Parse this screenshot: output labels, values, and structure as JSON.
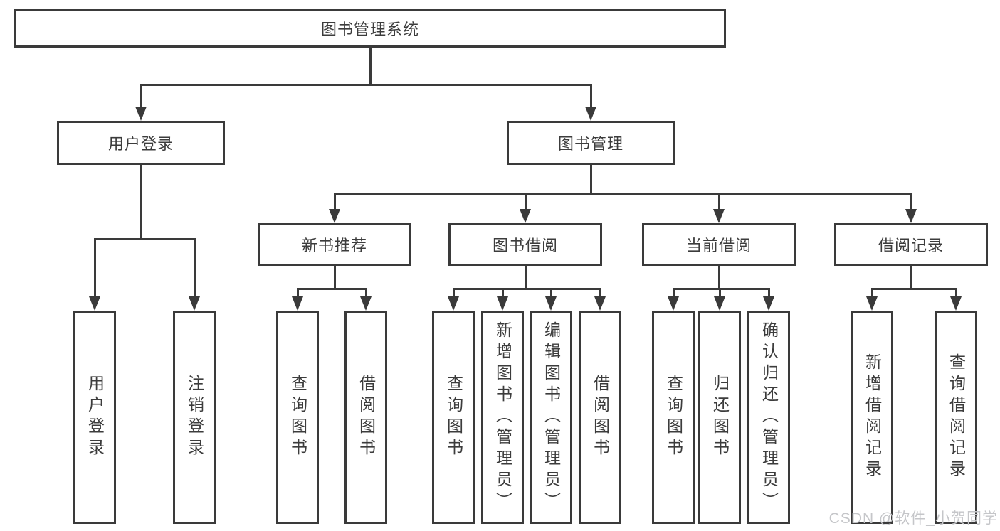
{
  "diagram": {
    "type": "hierarchy-tree",
    "root": {
      "label": "图书管理系统"
    },
    "level2": {
      "user_login": {
        "label": "用户登录"
      },
      "book_mgmt": {
        "label": "图书管理"
      }
    },
    "level3": {
      "new_book_rec": {
        "label": "新书推荐",
        "parent": "图书管理"
      },
      "book_borrow": {
        "label": "图书借阅",
        "parent": "图书管理"
      },
      "current_borrow": {
        "label": "当前借阅",
        "parent": "图书管理"
      },
      "borrow_records": {
        "label": "借阅记录",
        "parent": "图书管理"
      }
    },
    "leaves": {
      "ul_login": {
        "label": "用户登录",
        "parent": "用户登录"
      },
      "ul_logout": {
        "label": "注销登录",
        "parent": "用户登录"
      },
      "nbr_query": {
        "label": "查询图书",
        "parent": "新书推荐"
      },
      "nbr_borrow": {
        "label": "借阅图书",
        "parent": "新书推荐"
      },
      "bb_query": {
        "label": "查询图书",
        "parent": "图书借阅"
      },
      "bb_add": {
        "label": "新增图书（管理员）",
        "parent": "图书借阅"
      },
      "bb_edit": {
        "label": "编辑图书（管理员）",
        "parent": "图书借阅"
      },
      "bb_borrow": {
        "label": "借阅图书",
        "parent": "图书借阅"
      },
      "cb_query": {
        "label": "查询图书",
        "parent": "当前借阅"
      },
      "cb_return": {
        "label": "归还图书",
        "parent": "当前借阅"
      },
      "cb_confirm": {
        "label": "确认归还（管理员）",
        "parent": "当前借阅"
      },
      "br_add": {
        "label": "新增借阅记录",
        "parent": "借阅记录"
      },
      "br_query": {
        "label": "查询借阅记录",
        "parent": "借阅记录"
      }
    },
    "colors": {
      "line": "#3a3a3a",
      "text": "#3c3c3c",
      "background": "#ffffff",
      "watermark_text": "#c5c6c9"
    }
  },
  "watermark": {
    "text": "CSDN @软件_小贺同学"
  }
}
